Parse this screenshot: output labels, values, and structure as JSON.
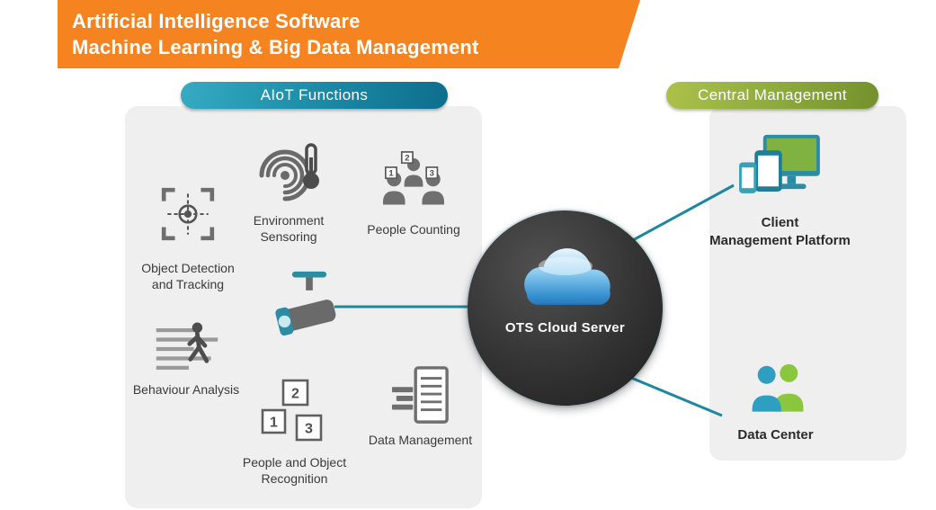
{
  "header": {
    "line1": "Artificial Intelligence Software",
    "line2": "Machine Learning & Big Data Management"
  },
  "aiot": {
    "title": "AIoT Functions",
    "environment_label": "Environment\nSensoring",
    "counting_label": "People Counting",
    "detection_label": "Object Detection\nand Tracking",
    "behaviour_label": "Behaviour Analysis",
    "recognition_label": "People and Object\nRecognition",
    "data_management_label": "Data Management",
    "counting_numbers": [
      "1",
      "2",
      "3"
    ],
    "recognition_numbers": [
      "1",
      "2",
      "3"
    ]
  },
  "cloud": {
    "label": "OTS Cloud Server"
  },
  "central": {
    "title": "Central Management",
    "client_label": "Client\nManagement Platform",
    "datacenter_label": "Data Center"
  },
  "colors": {
    "banner_orange": "#F5831F",
    "teal_accent": "#1D87A0",
    "green_accent": "#8CA93B",
    "panel_gray": "#EFEFEF",
    "circle_dark": "#2B2B2B",
    "cloud_blue": "#3F97D4"
  }
}
